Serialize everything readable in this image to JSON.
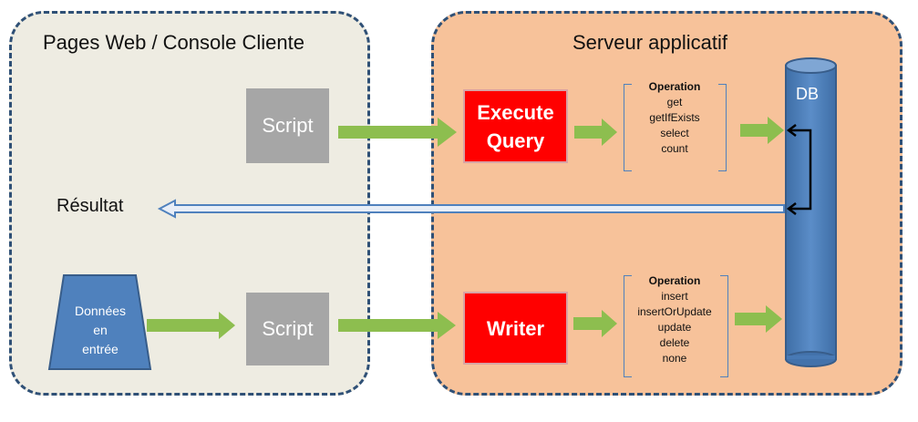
{
  "client": {
    "title": "Pages Web / Console Cliente",
    "script_top": "Script",
    "script_bottom": "Script",
    "result_label": "Résultat",
    "input": {
      "line1": "Données",
      "line2": "en",
      "line3": "entrée"
    }
  },
  "server": {
    "title": "Serveur applicatif",
    "execute_query": {
      "line1": "Execute",
      "line2": "Query"
    },
    "writer": "Writer",
    "db_label": "DB",
    "read_ops": {
      "header": "Operation",
      "items": [
        "get",
        "getIfExists",
        "select",
        "count"
      ]
    },
    "write_ops": {
      "header": "Operation",
      "items": [
        "insert",
        "insertOrUpdate",
        "update",
        "delete",
        "none"
      ]
    }
  },
  "colors": {
    "arrow_green": "#8dbe4f",
    "arrow_blue": "#4f81bd",
    "db_blue": "#4f81bd",
    "red_box": "#ff0000",
    "script_gray": "#a6a6a6",
    "server_bg": "#f7c29a",
    "client_bg": "#eeece2",
    "border_dash": "#2f5076"
  }
}
